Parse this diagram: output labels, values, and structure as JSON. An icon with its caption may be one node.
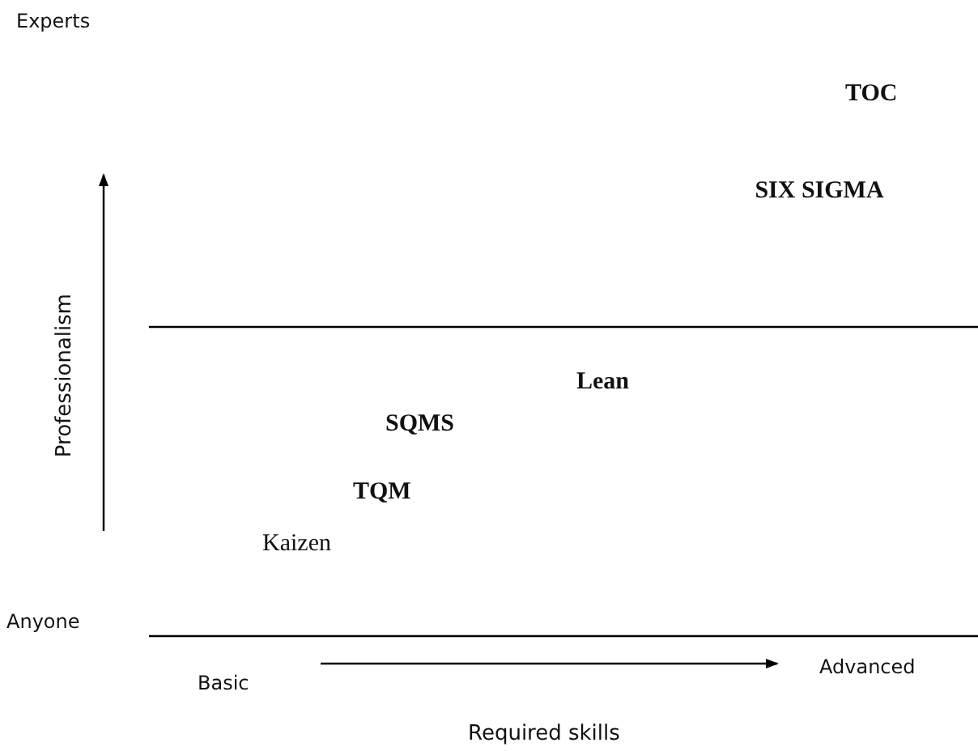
{
  "diagram": {
    "labels": [
      "Experts",
      "TOC",
      "SIX SIGMA",
      "Professionalism",
      "Lean",
      "SQMS",
      "TQM",
      "Kaizen",
      "Anyone",
      "Basic",
      "Advanced",
      "Required skills"
    ]
  }
}
